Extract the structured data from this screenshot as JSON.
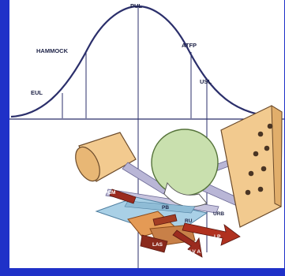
{
  "curve_labels": {
    "top": "PUL",
    "left_mid": "HAMMOCK",
    "left_low": "EUL",
    "right_mid": "ATFP",
    "right_low": "USL"
  },
  "anatomy_labels": {
    "pcm": "PCM",
    "pb": "PB",
    "pb2": "PB",
    "lp": "LP",
    "lva": "LV A",
    "las": "LAS",
    "ru": "RU",
    "urb": "URB"
  },
  "colors": {
    "outer_bg": "#1f31c8",
    "curve": "#2b2f6b",
    "bone": "#f2ca8f",
    "bladder": "#c9e0ae",
    "muscle": "#9b2b1f",
    "ligament": "#b9b6d6"
  }
}
